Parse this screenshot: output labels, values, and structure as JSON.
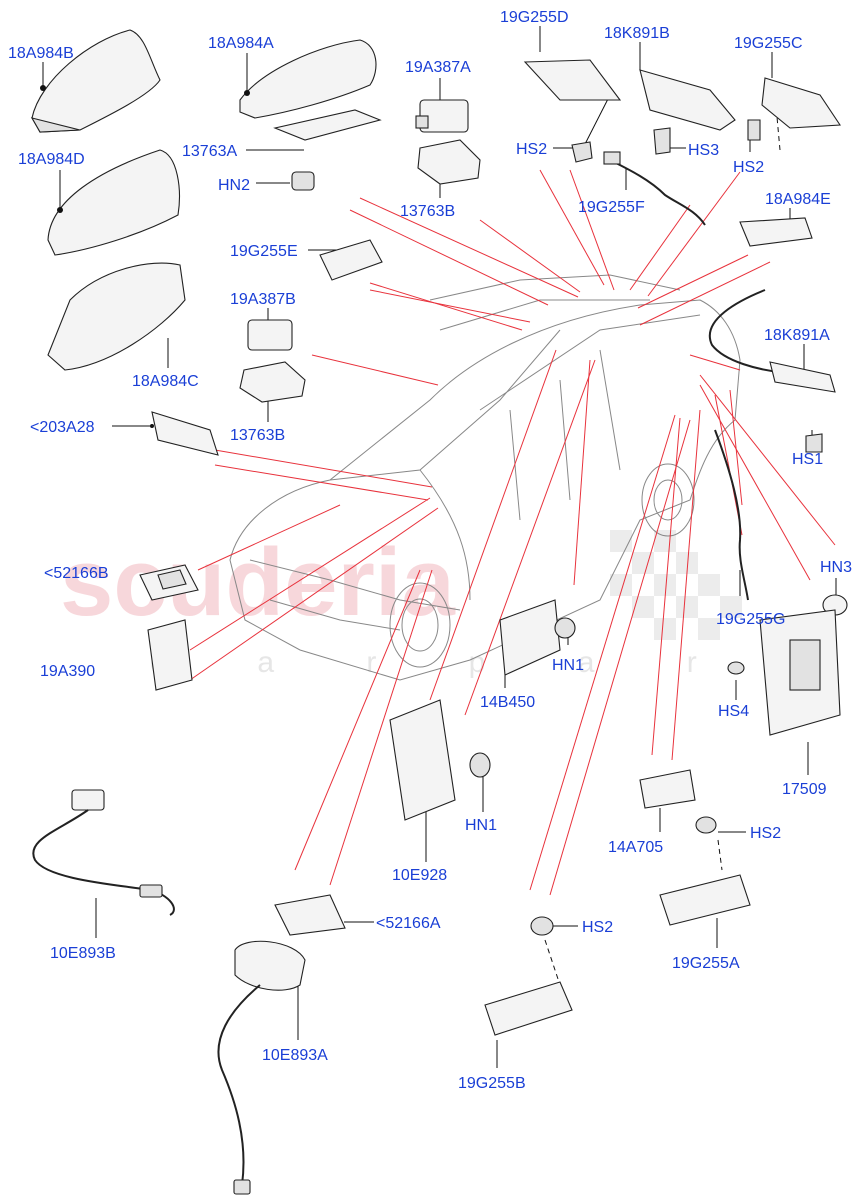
{
  "watermark": {
    "brand": "scuderia",
    "sub": "c a r p a r t s"
  },
  "labels": {
    "antenna_18A984B": "18A984B",
    "antenna_18A984A": "18A984A",
    "module_19A387A": "19A387A",
    "bracket_13763A": "13763A",
    "nut_HN2": "HN2",
    "bracket_13763B_top": "13763B",
    "module_19G255D": "19G255D",
    "screw_HS2_top": "HS2",
    "module_18K891B": "18K891B",
    "screw_HS3": "HS3",
    "module_19G255C": "19G255C",
    "screw_HS2_right": "HS2",
    "harness_19G255F": "19G255F",
    "antenna_18A984E": "18A984E",
    "antenna_18A984D": "18A984D",
    "module_19G255E": "19G255E",
    "module_19A387B": "19A387B",
    "bracket_13763B_mid": "13763B",
    "antenna_18A984C": "18A984C",
    "module_18K891A": "18K891A",
    "screw_HS1": "HS1",
    "sensor_203A28": "<203A28",
    "cover_52166B": "<52166B",
    "connector_19A390": "19A390",
    "nut_HN3": "HN3",
    "harness_19G255G": "19G255G",
    "module_14B450": "14B450",
    "nut_HN1_mid": "HN1",
    "screw_HS4": "HS4",
    "module_17509": "17509",
    "module_10E928": "10E928",
    "nut_HN1_low": "HN1",
    "bracket_14A705": "14A705",
    "screw_HS2_lowright": "HS2",
    "antenna_10E893B": "10E893B",
    "cover_52166A": "<52166A",
    "module_19G255A": "19G255A",
    "screw_HS2_low": "HS2",
    "antenna_10E893A": "10E893A",
    "module_19G255B": "19G255B"
  },
  "colors": {
    "label": "#1a3fd6",
    "leader_red": "#e8323c",
    "leader_black": "#111111",
    "watermark": "#f2b8be"
  }
}
